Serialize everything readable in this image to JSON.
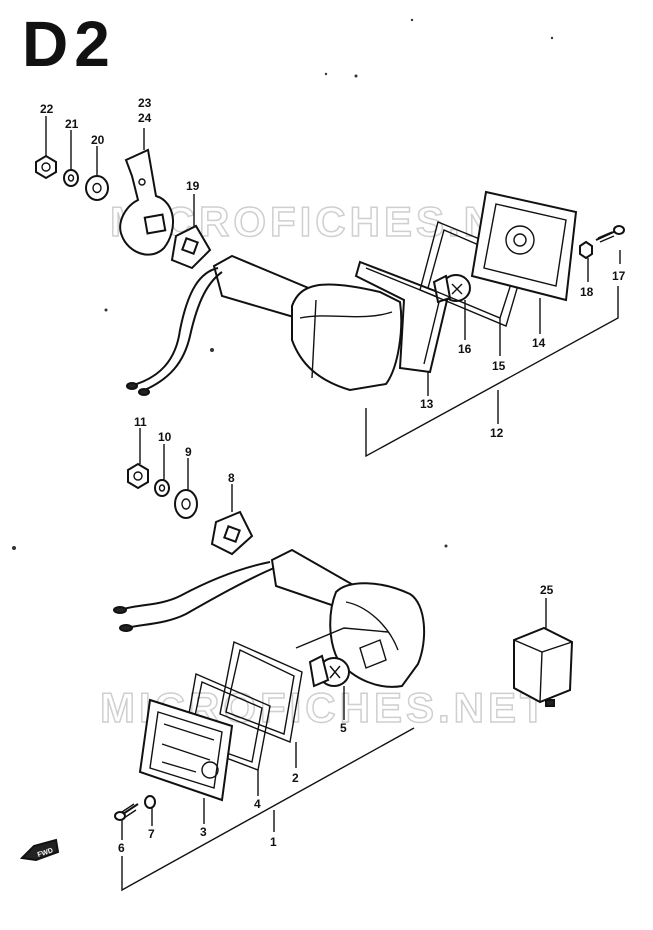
{
  "page": {
    "title": "D2"
  },
  "watermark": {
    "text": "MICROFICHES.NET"
  },
  "upper_labels": {
    "l22": "22",
    "l21": "21",
    "l20": "20",
    "l23": "23",
    "l24": "24",
    "l19": "19",
    "l17": "17",
    "l18": "18",
    "l16": "16",
    "l15": "15",
    "l14": "14",
    "l13": "13",
    "l12": "12"
  },
  "lower_labels": {
    "l11": "11",
    "l10": "10",
    "l9": "9",
    "l8": "8",
    "l25": "25",
    "l5": "5",
    "l2": "2",
    "l4": "4",
    "l3": "3",
    "l7": "7",
    "l6": "6",
    "l1": "1"
  },
  "orientation_mark": "FWD"
}
